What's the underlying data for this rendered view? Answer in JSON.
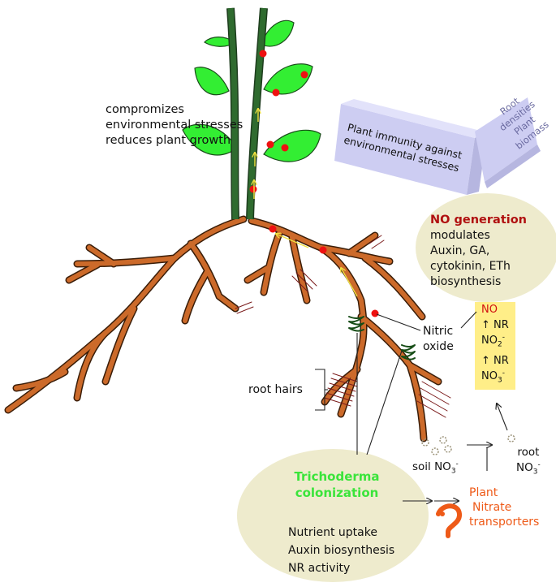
{
  "left_note": {
    "line1": "compromizes",
    "line2": "environmental stresses",
    "line3": "reduces plant growth"
  },
  "benefit_box_1": {
    "line1": "Plant immunity against",
    "line2": "environmental stresses"
  },
  "benefit_box_2": {
    "line1": "Root densities",
    "line2": "Plant biomass"
  },
  "no_generation": {
    "heading": "NO generation",
    "line1": "modulates",
    "line2": "Auxin, GA,",
    "line3": "cytokinin, ETh",
    "line4": "biosynthesis"
  },
  "nitric_oxide": {
    "line1": "Nitric",
    "line2": "oxide"
  },
  "root_hairs": "root hairs",
  "pathway": {
    "no": "NO",
    "nr1": "NR",
    "no2": "NO",
    "no2_charge": "2",
    "no2_minus": "-",
    "nr2": "NR",
    "no3": "NO",
    "no3_sub": "3",
    "no3_minus": "-",
    "up_arrow": "↑"
  },
  "soil_nitrate": {
    "label": "soil NO",
    "sub": "3",
    "minus": "-"
  },
  "root_nitrate": {
    "line1": "root",
    "line2": "NO",
    "sub": "3",
    "minus": "-"
  },
  "transporters": {
    "line1": "Plant",
    "line2": "Nitrate",
    "line3": "transporters"
  },
  "trichoderma": {
    "line1": "Trichoderma",
    "line2": "colonization",
    "effects": [
      "Nutrient uptake",
      "Auxin biosynthesis",
      "NR activity"
    ]
  },
  "colors": {
    "root": "#cc6a2a",
    "root_outline": "#3a1d08",
    "leaf": "#33ee33",
    "stem": "#2f6b2f",
    "ellipse": "#eeebcd",
    "box": "#cdcdf2",
    "highlight": "#ffee88",
    "no_red": "#d01010",
    "transporter": "#ee5a18",
    "tricho_green": "#3be43b"
  }
}
